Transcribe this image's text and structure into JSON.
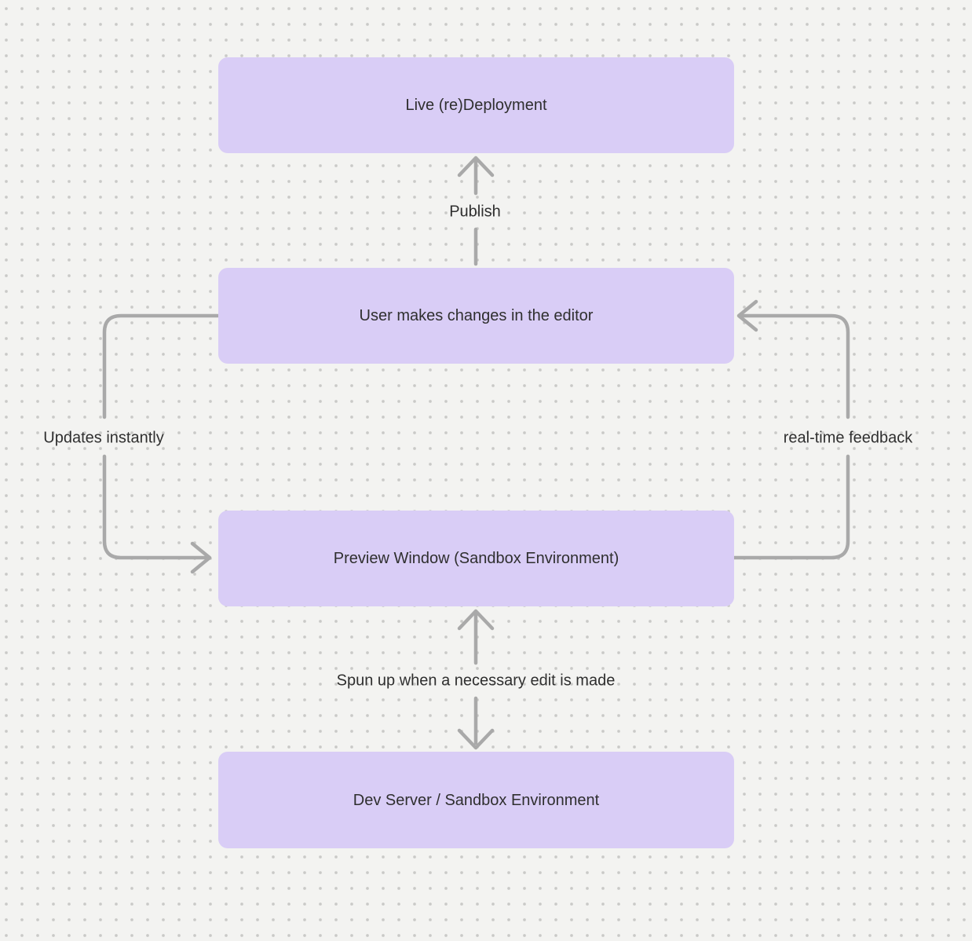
{
  "diagram": {
    "type": "flowchart",
    "background_color": "#f3f3f1",
    "dot_grid_color": "#c9c9c7",
    "node_fill_color": "#d9cdf6",
    "node_text_color": "#2f2f2f",
    "arrow_color": "#a9a9a9",
    "nodes": [
      {
        "id": "live-deployment",
        "label": "Live (re)Deployment"
      },
      {
        "id": "user-edits",
        "label": "User makes changes in the editor"
      },
      {
        "id": "preview-window",
        "label": "Preview Window (Sandbox Environment)"
      },
      {
        "id": "dev-server",
        "label": "Dev Server / Sandbox Environment"
      }
    ],
    "edges": [
      {
        "id": "publish",
        "label": "Publish",
        "from": "user-edits",
        "to": "live-deployment",
        "arrow": "up"
      },
      {
        "id": "updates-instantly",
        "label": "Updates instantly",
        "from": "user-edits",
        "to": "preview-window",
        "arrow": "curved-left-down"
      },
      {
        "id": "real-time-feedback",
        "label": "real-time feedback",
        "from": "preview-window",
        "to": "user-edits",
        "arrow": "curved-right-up"
      },
      {
        "id": "spun-up",
        "label": "Spun up when a necessary edit is made",
        "from": "preview-window",
        "to": "dev-server",
        "arrow": "bidirectional-vertical"
      }
    ]
  }
}
